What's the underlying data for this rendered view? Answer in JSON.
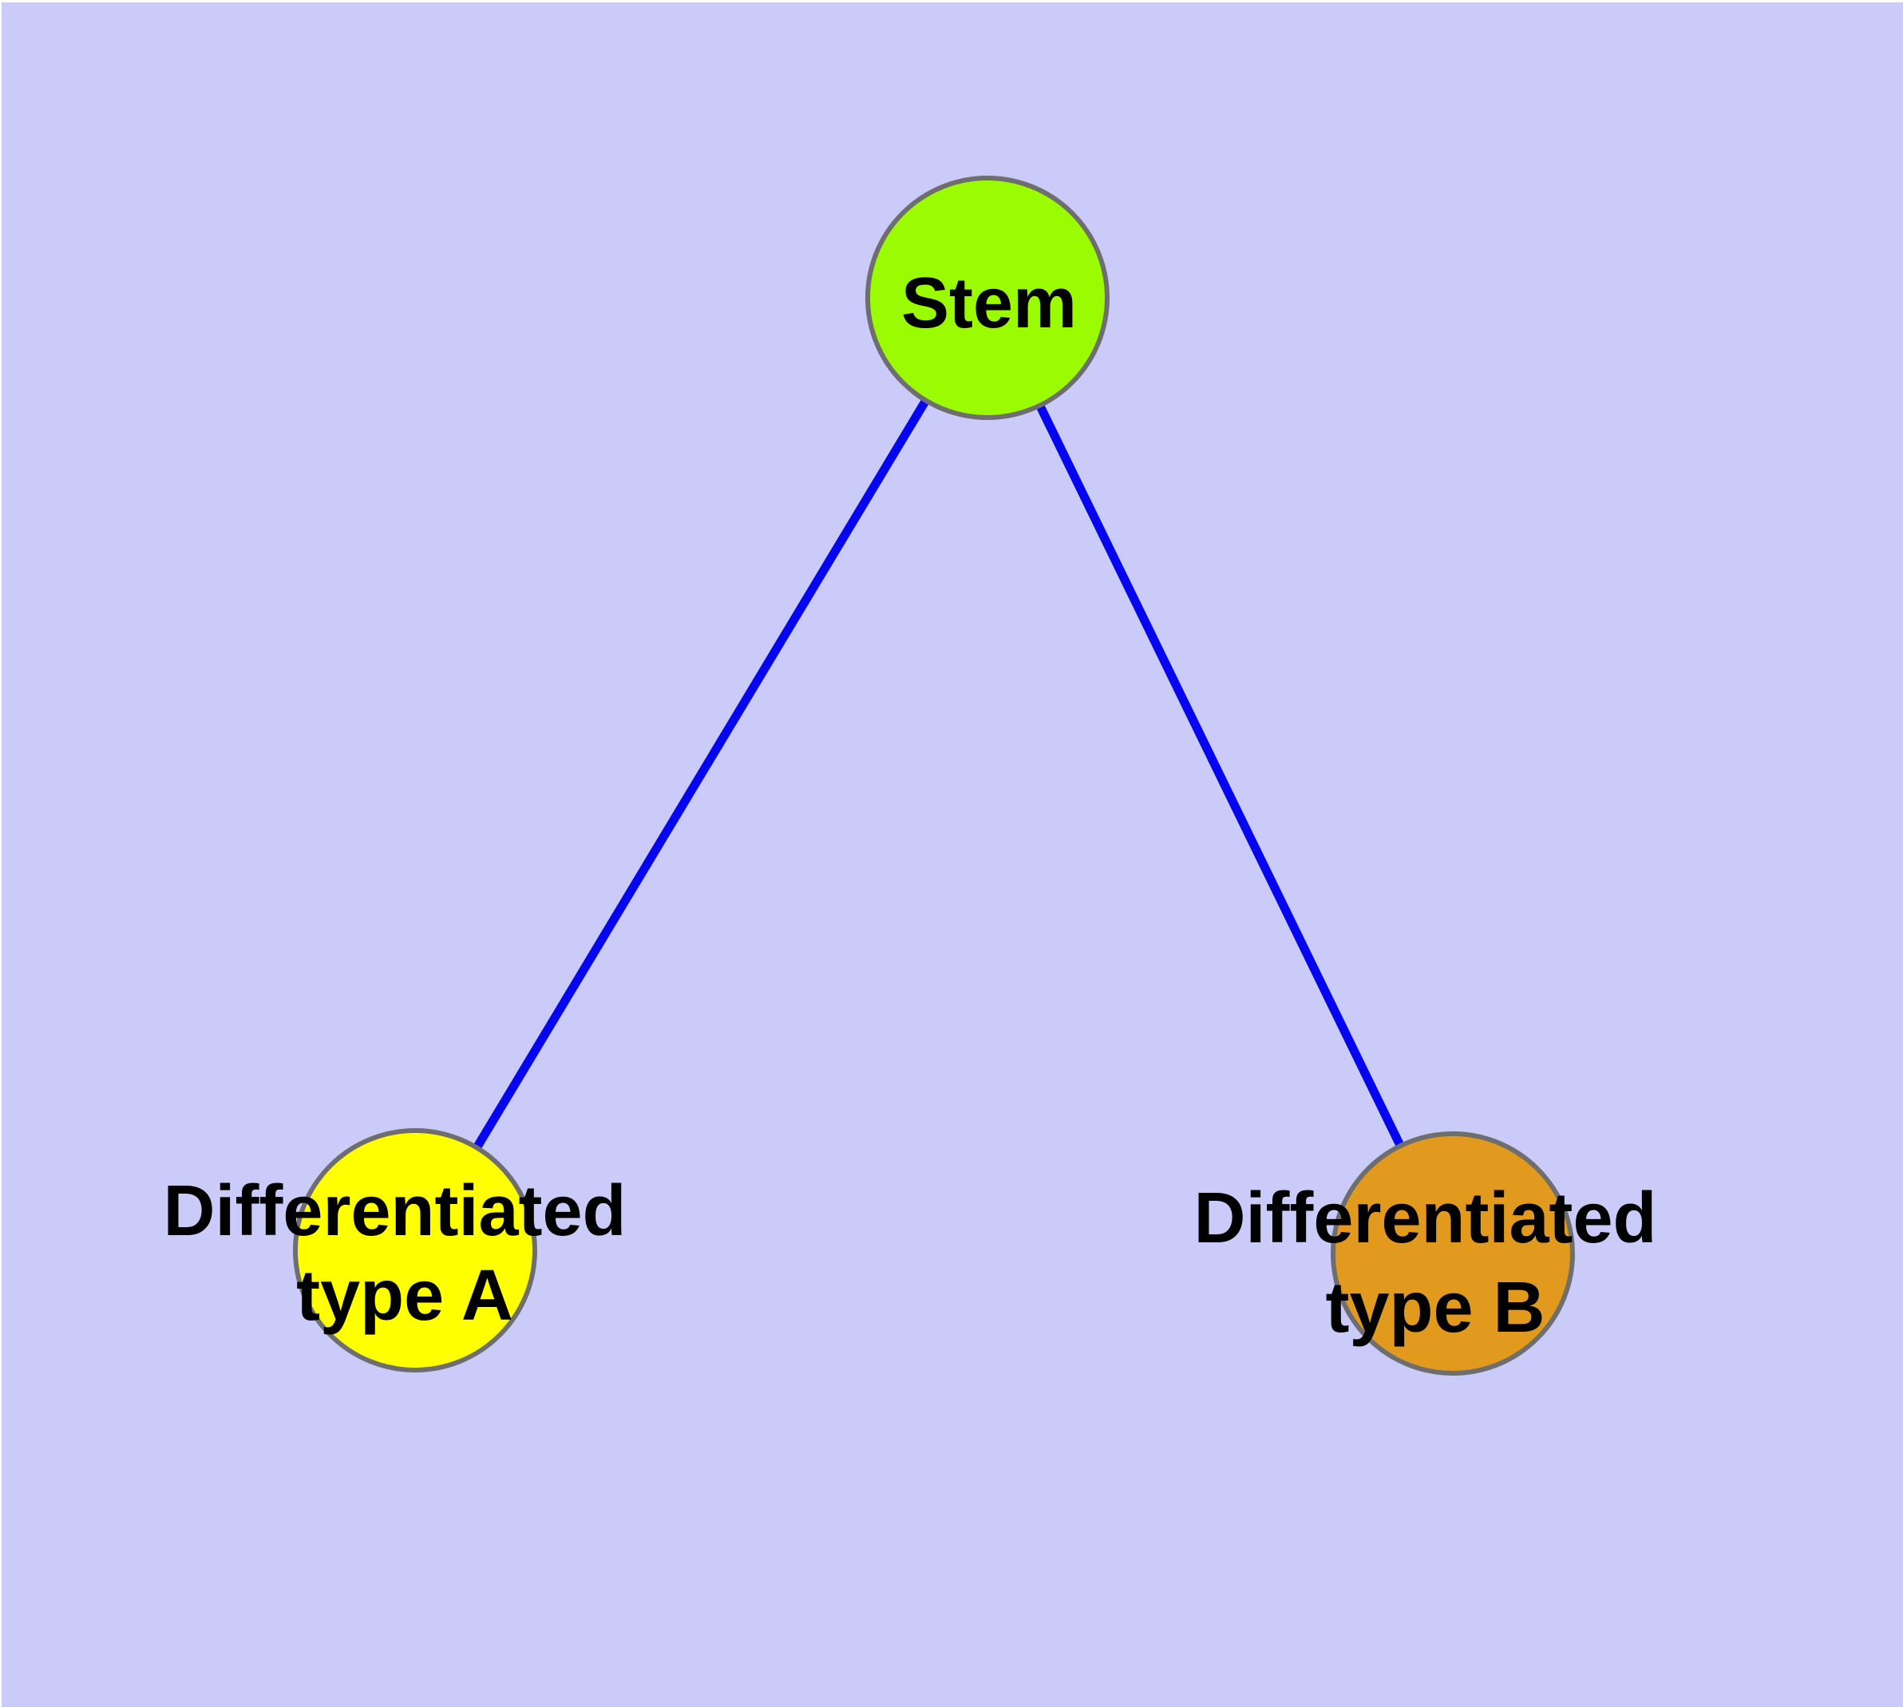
{
  "diagram": {
    "type": "graph",
    "background_color": "#CBCBFA",
    "edge_color": "#0505F0",
    "node_border_color": "#6E6E6E",
    "label_color": "#000000",
    "nodes": [
      {
        "id": "stem",
        "label": "Stem",
        "fill_color": "#9BFB00"
      },
      {
        "id": "differentiated-type-a",
        "label_lines": [
          "Differentiated",
          "type A"
        ],
        "fill_color": "#FFFF00"
      },
      {
        "id": "differentiated-type-b",
        "label_lines": [
          "Differentiated",
          "type B"
        ],
        "fill_color": "#E19A1E"
      }
    ],
    "edges": [
      {
        "from": "Stem",
        "to": "Differentiated type A"
      },
      {
        "from": "Stem",
        "to": "Differentiated type B"
      }
    ]
  }
}
